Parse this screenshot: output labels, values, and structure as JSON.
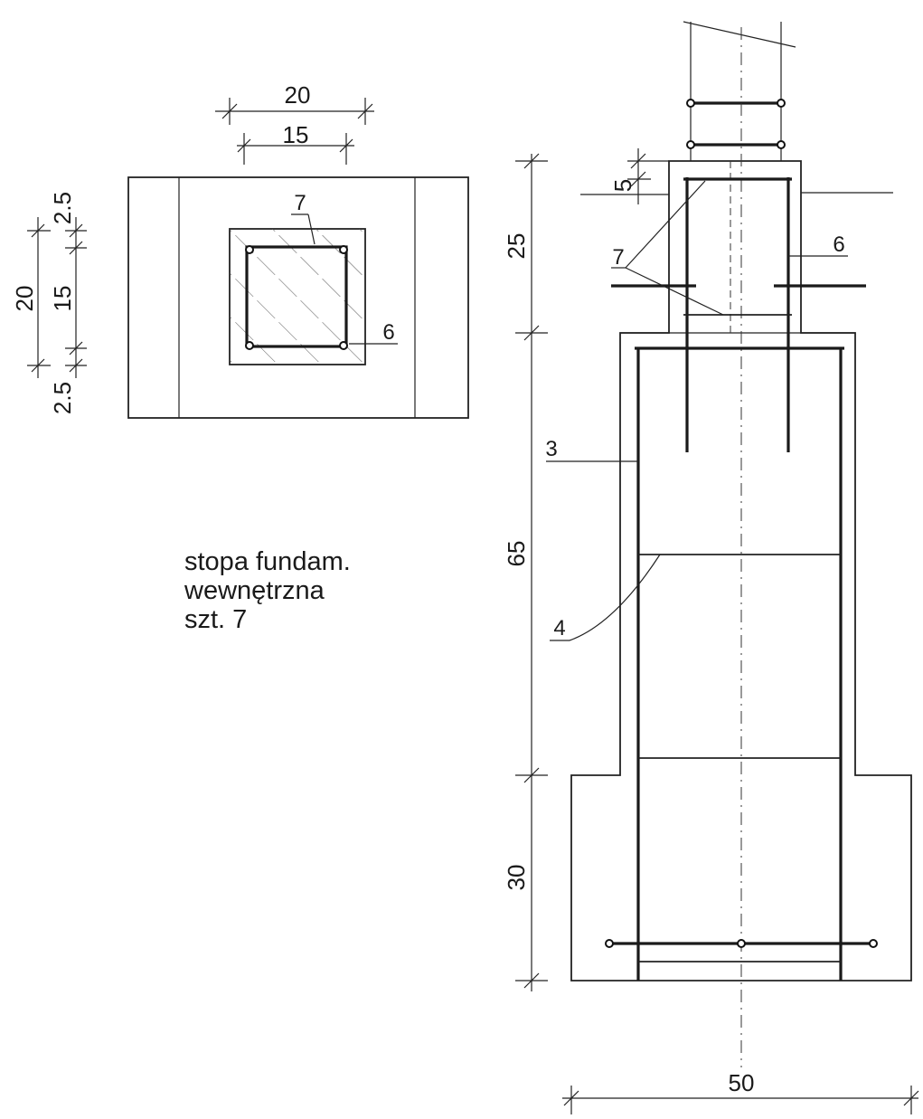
{
  "plan_view": {
    "dim_top_outer": "20",
    "dim_top_inner": "15",
    "dim_left_total": "20",
    "dim_left_inner": "15",
    "dim_left_top_cover": "2.5",
    "dim_left_bottom_cover": "2.5",
    "label_stirrup": "7",
    "label_bar": "6"
  },
  "caption": {
    "line1": "stopa fundam.",
    "line2": "wewnętrzna",
    "line3": "szt. 7"
  },
  "section_view": {
    "dim_cover": "5",
    "dim_column": "25",
    "dim_pedestal": "65",
    "dim_footing": "30",
    "dim_width": "50",
    "label_stirrup": "7",
    "label_bar": "6",
    "label_3": "3",
    "label_4": "4"
  }
}
